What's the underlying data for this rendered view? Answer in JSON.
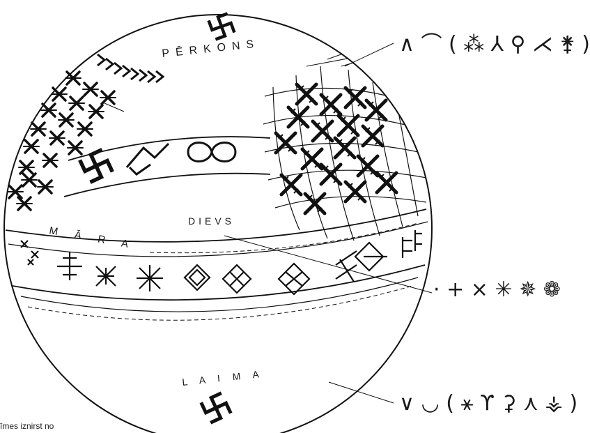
{
  "labels": {
    "perkons": "PĒRKONS",
    "mara": "M Ā R A",
    "dievs": "DIEVS",
    "laima": "L A I M A"
  },
  "legend": {
    "top": "∧ ⌒ ( ⁂ ⅄ ⚲ ⋌ ⚵ )",
    "middle": "· + × ✳ ✵ ❁",
    "bottom": "∨ ◡ ( ⚹ ϒ ⚳ ⋏ ⚶ )"
  },
  "caption": "īmes iznirst no"
}
